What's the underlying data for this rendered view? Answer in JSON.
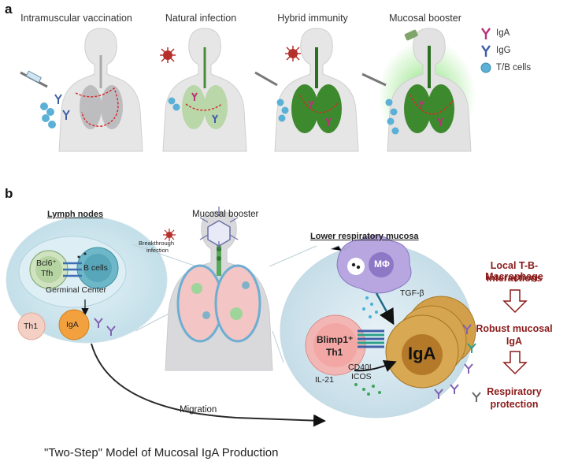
{
  "panel_a": {
    "letter": "a",
    "columns": [
      {
        "title": "Intramuscular vaccination"
      },
      {
        "title": "Natural infection"
      },
      {
        "title": "Hybrid immunity"
      },
      {
        "title": "Mucosal booster"
      }
    ],
    "legend": [
      {
        "label": "IgA",
        "color": "#b8327a"
      },
      {
        "label": "IgG",
        "color": "#3e5fa8"
      },
      {
        "label": "T/B cells",
        "color": "#5ab0d6"
      }
    ]
  },
  "panel_b": {
    "letter": "b",
    "lymph_nodes_title": "Lymph nodes",
    "bcl6_line1": "Bcl6⁺",
    "bcl6_line2": "Tfh",
    "b_cells": "B cells",
    "germinal_center": "Germinal Center",
    "th1": "Th1",
    "iga_small": "IgA",
    "mucosal_booster": "Mucosal booster",
    "breakthrough_line1": "Breakthrough",
    "breakthrough_line2": "infection",
    "lower_resp_title": "Lower respiratory mucosa",
    "macrophage": "MΦ",
    "tgf_beta": "TGF-β",
    "blimp_line1": "Blimp1⁺",
    "blimp_line2": "Th1",
    "cd40l": "CD40L",
    "icos": "ICOS",
    "il21": "IL-21",
    "iga_big": "IgA",
    "migration": "Migration",
    "flow_line1": "Local T-B-Macrophage",
    "flow_line2": "interactions",
    "flow_mid_line1": "Robust mucosal",
    "flow_mid_line2": "IgA",
    "flow_end_line1": "Respiratory",
    "flow_end_line2": "protection"
  },
  "caption": "\"Two-Step\" Model of Mucosal IgA Production",
  "colors": {
    "dark_red": "#8b1a1a",
    "lung_gray": "#c9c9cc",
    "lung_green": "#3d8a2e",
    "iga_cell": "#c9922e"
  }
}
